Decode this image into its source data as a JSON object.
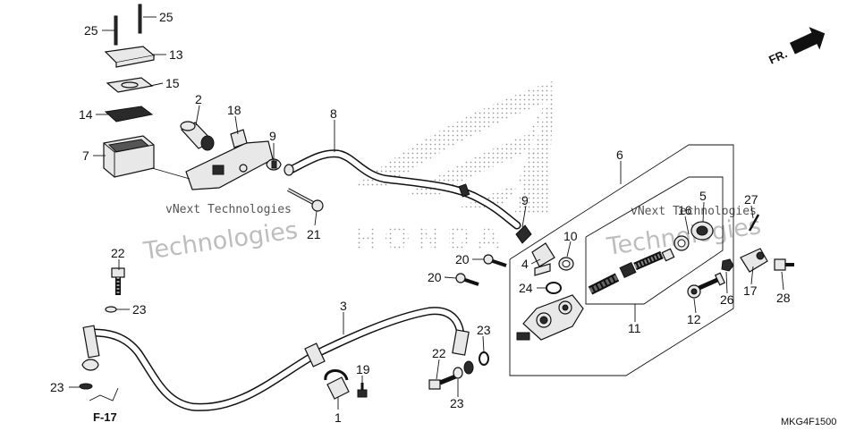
{
  "diagram": {
    "code": "MKG4F1500",
    "direction_label": "FR.",
    "reference_label": "F-17",
    "watermark_left_1": "vNext Technologies",
    "watermark_left_2": "Technologies",
    "watermark_right_1": "vNext Technologies",
    "watermark_right_2": "Technologies",
    "logo_text": "HONDA"
  },
  "callouts": [
    {
      "id": "c25a",
      "text": "25"
    },
    {
      "id": "c25b",
      "text": "25"
    },
    {
      "id": "c13",
      "text": "13"
    },
    {
      "id": "c15",
      "text": "15"
    },
    {
      "id": "c14",
      "text": "14"
    },
    {
      "id": "c7",
      "text": "7"
    },
    {
      "id": "c2",
      "text": "2"
    },
    {
      "id": "c18",
      "text": "18"
    },
    {
      "id": "c9a",
      "text": "9"
    },
    {
      "id": "c8",
      "text": "8"
    },
    {
      "id": "c21",
      "text": "21"
    },
    {
      "id": "c9b",
      "text": "9"
    },
    {
      "id": "c6",
      "text": "6"
    },
    {
      "id": "c16",
      "text": "16"
    },
    {
      "id": "c5",
      "text": "5"
    },
    {
      "id": "c27",
      "text": "27"
    },
    {
      "id": "c10",
      "text": "10"
    },
    {
      "id": "c4",
      "text": "4"
    },
    {
      "id": "c20a",
      "text": "20"
    },
    {
      "id": "c20b",
      "text": "20"
    },
    {
      "id": "c24",
      "text": "24"
    },
    {
      "id": "c17",
      "text": "17"
    },
    {
      "id": "c26",
      "text": "26"
    },
    {
      "id": "c28",
      "text": "28"
    },
    {
      "id": "c12",
      "text": "12"
    },
    {
      "id": "c11",
      "text": "11"
    },
    {
      "id": "c22a",
      "text": "22"
    },
    {
      "id": "c23a",
      "text": "23"
    },
    {
      "id": "c3",
      "text": "3"
    },
    {
      "id": "c23b",
      "text": "23"
    },
    {
      "id": "c22b",
      "text": "22"
    },
    {
      "id": "c23c",
      "text": "23"
    },
    {
      "id": "c19",
      "text": "19"
    },
    {
      "id": "c1",
      "text": "1"
    },
    {
      "id": "c23d",
      "text": "23"
    }
  ]
}
